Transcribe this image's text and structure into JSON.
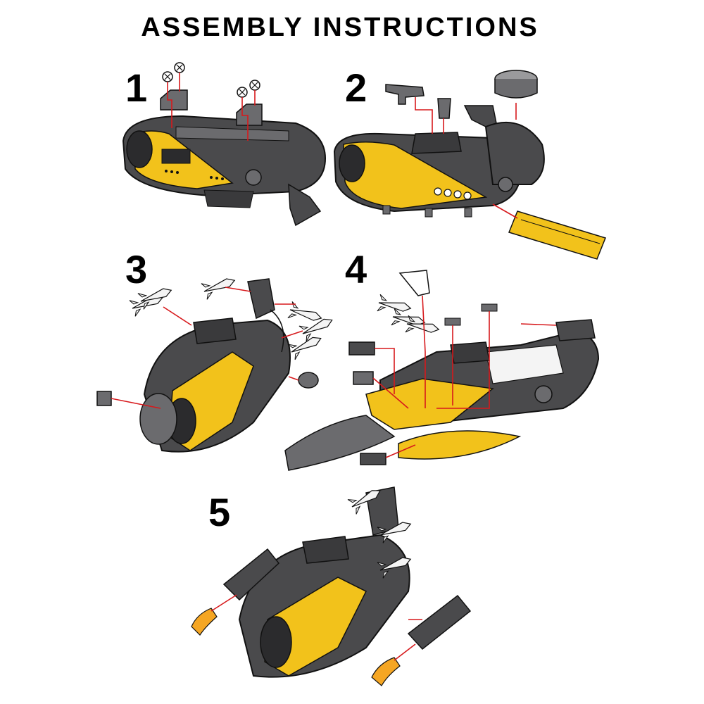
{
  "title": "ASSEMBLY INSTRUCTIONS",
  "steps": [
    {
      "number": "1"
    },
    {
      "number": "2"
    },
    {
      "number": "3"
    },
    {
      "number": "4"
    },
    {
      "number": "5"
    }
  ],
  "colors": {
    "hull_dark": "#4a4a4c",
    "hull_mid": "#6b6b6e",
    "accent_yellow": "#f2c21b",
    "leader_red": "#d7191c",
    "missile_white": "#f4f4f4",
    "flame_orange": "#f5a623",
    "outline": "#111111"
  }
}
